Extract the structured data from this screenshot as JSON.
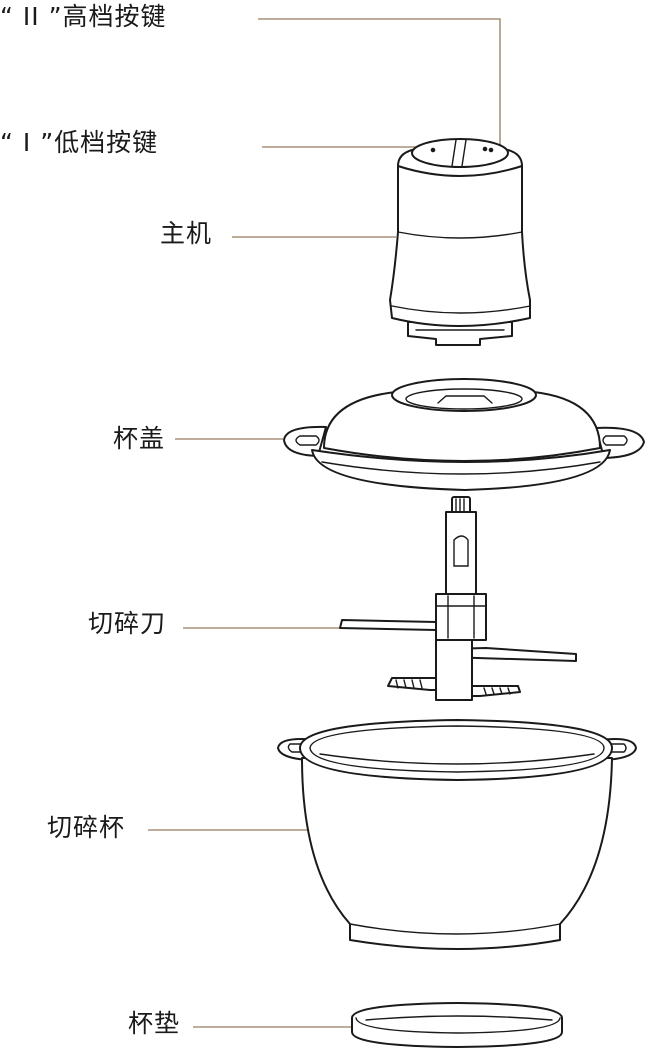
{
  "labels": {
    "high_button": "“ II ”高档按键",
    "low_button": "“ I ”低档按键",
    "motor_unit": "主机",
    "lid": "杯盖",
    "blade": "切碎刀",
    "bowl": "切碎杯",
    "base_pad": "杯垫"
  },
  "colors": {
    "leader_line": "#a89279",
    "outline": "#1a1a1a",
    "background": "#ffffff"
  }
}
